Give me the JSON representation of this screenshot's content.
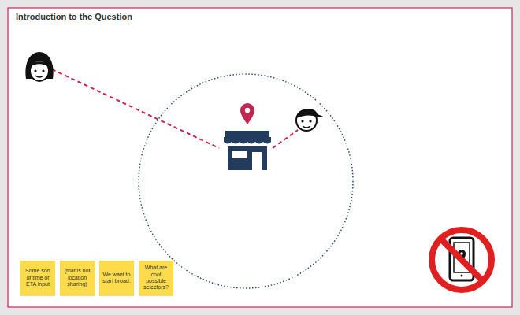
{
  "diagram": {
    "title": "Introduction to the Question",
    "nodes": [
      {
        "text": [
          "Some sort of time or ETA input"
        ]
      },
      {
        "text": [
          "(that is not location sharing)"
        ]
      },
      {
        "text": [
          "We want to start broad:"
        ]
      },
      {
        "text": [
          "What are cool possible selectors?"
        ]
      }
    ]
  }
}
